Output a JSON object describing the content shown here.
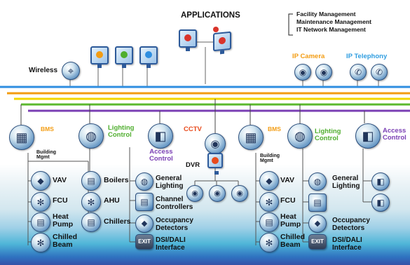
{
  "top": {
    "applications": "APPLICATIONS",
    "apps": [
      "Facility Management",
      "Maintenance Management",
      "IT Network Management"
    ],
    "wireless": "Wireless",
    "ip_camera": "IP Camera",
    "ip_telephony": "IP Telephony"
  },
  "colors": {
    "blue_line": "#2f8ee0",
    "orange_line": "#f39c12",
    "yellow_line": "#f2d600",
    "green_line": "#5cb82e",
    "purple_line": "#7a3fb4",
    "bms_label": "#f39c12",
    "lighting_label": "#4fae2e",
    "access_label": "#7a3fb4",
    "cctv_label": "#e84a1c",
    "ipcam_label": "#f39c12",
    "iptel_label": "#2f9de0"
  },
  "left": {
    "bms": "BMS",
    "building_mgmt": "Building\nMgmt",
    "lighting_control": "Lighting\nControl",
    "access_control": "Access\nControl",
    "cctv": "CCTV",
    "dvr": "DVR",
    "vav": "VAV",
    "fcu": "FCU",
    "heat_pump": "Heat\nPump",
    "chilled_beam": "Chilled\nBeam",
    "boilers": "Boilers",
    "ahu": "AHU",
    "chillers": "Chillers",
    "general_lighting": "General\nLighting",
    "channel_controllers": "Channel\nControllers",
    "occupancy_detectors": "Occupancy\nDetectors",
    "dsi_dali": "DSI/DALI\nInterface"
  },
  "right": {
    "bms": "BMS",
    "building_mgmt": "Building\nMgmt",
    "lighting_control": "Lighting\nControl",
    "access_control": "Access\nControl",
    "vav": "VAV",
    "fcu": "FCU",
    "heat_pump": "Heat\nPump",
    "chilled_beam": "Chilled\nBeam",
    "general_lighting": "General\nLighting",
    "occupancy_detectors": "Occupancy\nDetectors",
    "dsi_dali": "DSI/DALI\nInterface"
  },
  "icons": {
    "exit": "EXIT",
    "building": "▦",
    "bulb": "◍",
    "door": "◧",
    "camera": "◉",
    "phone": "✆",
    "fan": "✻",
    "diamond": "◆",
    "grid": "▤",
    "antenna": "⌖"
  }
}
